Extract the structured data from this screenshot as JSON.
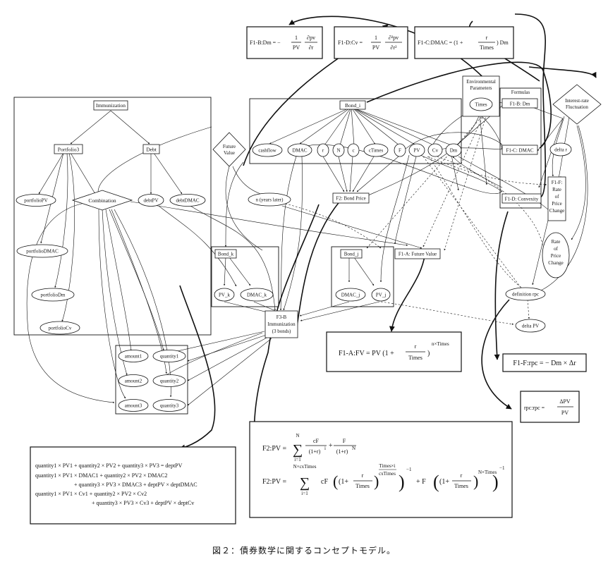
{
  "nodes": {
    "immunization": "Immunization",
    "portfolio3": "Portfolio3",
    "debt": "Debt",
    "combination": "Combination",
    "portfolio_pv": "portfolioPV",
    "portfolio_dmac": "portfolioDMAC",
    "portfolio_dm": "portfolioDm",
    "portfolio_cv": "portfolioCv",
    "debt_pv": "debtPV",
    "debt_dmac": "debtDMAC",
    "amount1": "amount1",
    "amount2": "amount2",
    "amount3": "amount3",
    "quantity1": "quantity1",
    "quantity2": "quantity2",
    "quantity3": "quantity3",
    "bond_i": "Bond_i",
    "cashflow": "cashflow",
    "dmac": "DMAC",
    "r": "r",
    "n": "N",
    "c": "c",
    "ctimes": "cTimes",
    "f": "F",
    "pv": "PV",
    "cv": "Cv",
    "dm": "Dm",
    "future_value_l1": "Future",
    "future_value_l2": "Value",
    "n_years_later": "n (years later)",
    "f2_bond_price": "F2: Bond Price",
    "bond_k": "Bond_k",
    "pv_k": "PV_k",
    "dmac_k": "DMAC_k",
    "bond_j": "Bond_j",
    "dmac_j": "DMAC_j",
    "pv_j": "PV_j",
    "f1a_future_value": "F1-A: Future Value",
    "f3b_l1": "F3-B",
    "f3b_l2": "Immunization",
    "f3b_l3": "(3 bonds)",
    "env_l1": "Environmental",
    "env_l2": "Parameters",
    "times": "Times",
    "formulas": "Formulas",
    "f1b_dm": "F1-B: Dm",
    "f1c_dmac": "F1-C: DMAC",
    "f1d_convexity": "F1-D: Convexity",
    "irf_l1": "Interest-rate",
    "irf_l2": "Fluctuation",
    "delta_r": "delta r",
    "f1f_l1": "F1-F:",
    "f1f_l2": "Rate",
    "f1f_l3": "of",
    "f1f_l4": "Price",
    "f1f_l5": "Change",
    "rpc_l1": "Rate",
    "rpc_l2": "of",
    "rpc_l3": "Price",
    "rpc_l4": "Change",
    "definition_rpc": "definition rpc",
    "delta_pv": "delta PV"
  },
  "formulas": {
    "f1b_label": "F1-B:Dm = −",
    "f1b_frac1_num": "1",
    "f1b_frac1_den": "PV",
    "f1b_frac2_num": "∂pv",
    "f1b_frac2_den": "∂r",
    "f1d_label": "F1-D:Cv =",
    "f1d_frac1_num": "1",
    "f1d_frac1_den": "PV",
    "f1d_frac2_num": "∂²pv",
    "f1d_frac2_den": "∂r²",
    "f1c_label": "F1-C:DMAC = (1 +",
    "f1c_frac_num": "r",
    "f1c_frac_den": "Times",
    "f1c_tail": ") Dm",
    "f1a_label": "F1-A:FV = PV (1 +",
    "f1a_frac_num": "r",
    "f1a_frac_den": "Times",
    "f1a_tail": ")",
    "f1a_exp": "n×Times",
    "f1f_formula": "F1-F:rpc = − Dm × Δr",
    "rpc_label": "rpc:rpc =",
    "rpc_num": "ΔPV",
    "rpc_den": "PV",
    "f2a_label": "F2:PV =",
    "f2a_sum_top": "N",
    "f2a_sum_bot": "i=1",
    "f2a_t1_num": "cF",
    "f2a_t1_den": "(1+r)",
    "f2a_t1_exp": "i",
    "f2a_plus": "+",
    "f2a_t2_num": "F",
    "f2a_t2_den": "(1+r)",
    "f2a_t2_exp": "N",
    "f2b_label": "F2:PV =",
    "f2b_sum_top": "N×cxTimes",
    "f2b_sum_bot": "i=1",
    "f2b_c": "cF",
    "f2b_one": "(1+",
    "f2b_r": "r",
    "f2b_times": "Times",
    "f2b_inner_exp_num": "Times×i",
    "f2b_inner_exp_den": "cxTimes",
    "f2b_neg1a": "−1",
    "f2b_plus": "+ F",
    "f2b_r2": "r",
    "f2b_times2": "Times",
    "f2b_exp2": "N×Times",
    "f2b_neg1b": "−1",
    "eq1": "quantity1 × PV1 + quantity2 × PV2 + quantity3 × PV3 = deptPV",
    "eq2a": "quantity1 × PV1 × DMAC1 + quantity2 × PV2 × DMAC2",
    "eq2b": "+ quantity3 × PV3 × DMAC3 + deptPV × deptDMAC",
    "eq3a": "quantity1 × PV1 × Cv1 + quantity2 × PV2 × Cv2",
    "eq3b": "+ quantity3 × PV3 × Cv3 + deptPV × deptCv"
  },
  "caption": "図２：債券数学に関するコンセプトモデル。"
}
